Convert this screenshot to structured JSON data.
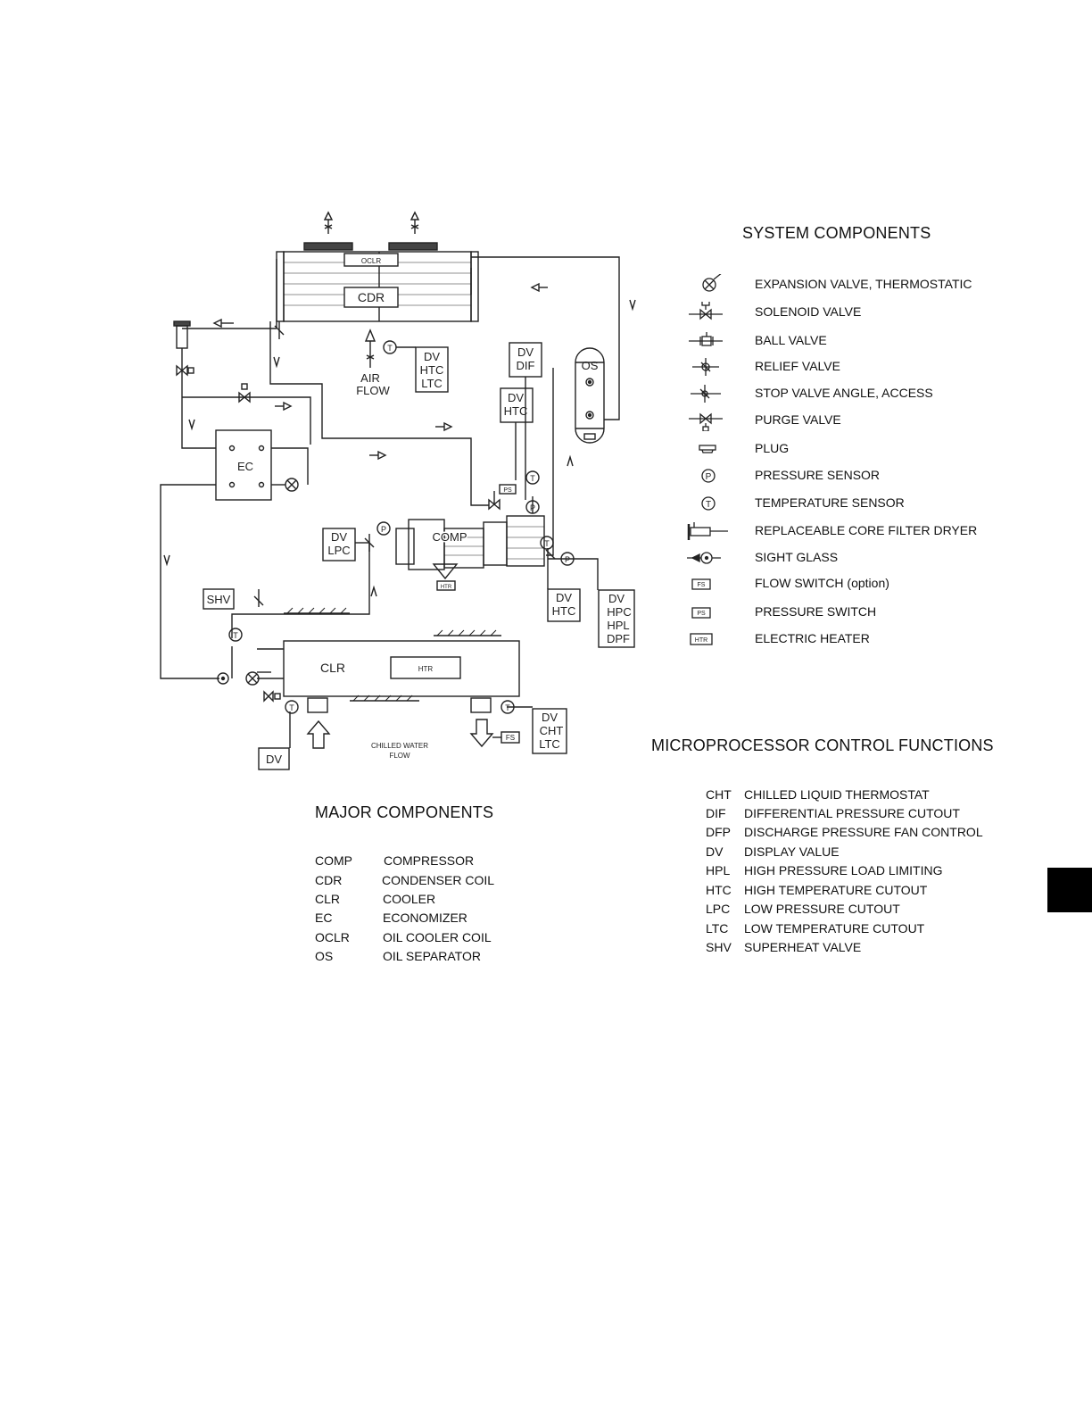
{
  "diagram": {
    "labels": {
      "oclr": "OCLR",
      "cdr": "CDR",
      "air_flow_1": "AIR",
      "air_flow_2": "FLOW",
      "os": "OS",
      "ec": "EC",
      "comp": "COMP",
      "clr": "CLR",
      "htr_cooler": "HTR",
      "htr_comp": "HTR",
      "shv": "SHV",
      "chilled_water_1": "CHILLED WATER",
      "chilled_water_2": "FLOW",
      "fs_cooler": "FS",
      "ps_comp": "PS",
      "t": "T",
      "p": "P"
    },
    "dv_boxes": [
      {
        "id": "dv-htc-ltc-cdr",
        "lines": [
          "DV",
          "HTC",
          "LTC"
        ]
      },
      {
        "id": "dv-dif",
        "lines": [
          "DV",
          "DIF"
        ]
      },
      {
        "id": "dv-htc-top",
        "lines": [
          "DV",
          "HTC"
        ]
      },
      {
        "id": "dv-lpc",
        "lines": [
          "DV",
          "LPC"
        ]
      },
      {
        "id": "dv-htc-comp",
        "lines": [
          "DV",
          "HTC"
        ]
      },
      {
        "id": "dv-hpc-hpl-dpf",
        "lines": [
          "DV",
          "HPC",
          "HPL",
          "DPF"
        ]
      },
      {
        "id": "dv-cht-ltc",
        "lines": [
          "DV",
          "CHT",
          "LTC"
        ]
      },
      {
        "id": "dv-cooler-in",
        "lines": [
          "DV"
        ]
      }
    ]
  },
  "system_components": {
    "title": "SYSTEM COMPONENTS",
    "items": [
      {
        "icon": "expansion-valve-icon",
        "label": "EXPANSION VALVE, THERMOSTATIC"
      },
      {
        "icon": "solenoid-valve-icon",
        "label": "SOLENOID VALVE"
      },
      {
        "icon": "ball-valve-icon",
        "label": "BALL VALVE"
      },
      {
        "icon": "relief-valve-icon",
        "label": "RELIEF VALVE"
      },
      {
        "icon": "stop-valve-icon",
        "label": "STOP VALVE ANGLE, ACCESS"
      },
      {
        "icon": "purge-valve-icon",
        "label": "PURGE VALVE"
      },
      {
        "icon": "plug-icon",
        "label": "PLUG"
      },
      {
        "icon": "pressure-sensor-icon",
        "label": "PRESSURE SENSOR",
        "symbol": "P"
      },
      {
        "icon": "temperature-sensor-icon",
        "label": "TEMPERATURE SENSOR",
        "symbol": "T"
      },
      {
        "icon": "filter-dryer-icon",
        "label": "REPLACEABLE CORE FILTER DRYER"
      },
      {
        "icon": "sight-glass-icon",
        "label": "SIGHT GLASS"
      },
      {
        "icon": "flow-switch-icon",
        "label": "FLOW SWITCH  (option)",
        "symbol": "FS"
      },
      {
        "icon": "pressure-switch-icon",
        "label": "PRESSURE SWITCH",
        "symbol": "PS"
      },
      {
        "icon": "electric-heater-icon",
        "label": "ELECTRIC HEATER",
        "symbol": "HTR"
      }
    ]
  },
  "control_functions": {
    "title": "MICROPROCESSOR CONTROL FUNCTIONS",
    "items": [
      {
        "code": "CHT",
        "desc": "CHILLED LIQUID THERMOSTAT"
      },
      {
        "code": "DIF",
        "desc": "DIFFERENTIAL PRESSURE CUTOUT"
      },
      {
        "code": "DFP",
        "desc": "DISCHARGE PRESSURE FAN CONTROL"
      },
      {
        "code": "DV",
        "desc": "DISPLAY VALUE"
      },
      {
        "code": "HPL",
        "desc": "HIGH PRESSURE LOAD LIMITING"
      },
      {
        "code": "HTC",
        "desc": "HIGH TEMPERATURE CUTOUT"
      },
      {
        "code": "LPC",
        "desc": "LOW PRESSURE CUTOUT"
      },
      {
        "code": "LTC",
        "desc": "LOW TEMPERATURE CUTOUT"
      },
      {
        "code": "SHV",
        "desc": "SUPERHEAT VALVE"
      }
    ]
  },
  "major_components": {
    "title": "MAJOR COMPONENTS",
    "items": [
      {
        "code": "COMP",
        "desc": "COMPRESSOR"
      },
      {
        "code": "CDR",
        "desc": "CONDENSER COIL"
      },
      {
        "code": "CLR",
        "desc": "COOLER"
      },
      {
        "code": "EC",
        "desc": "ECONOMIZER"
      },
      {
        "code": "OCLR",
        "desc": "OIL COOLER COIL"
      },
      {
        "code": "OS",
        "desc": "OIL SEPARATOR"
      }
    ]
  }
}
